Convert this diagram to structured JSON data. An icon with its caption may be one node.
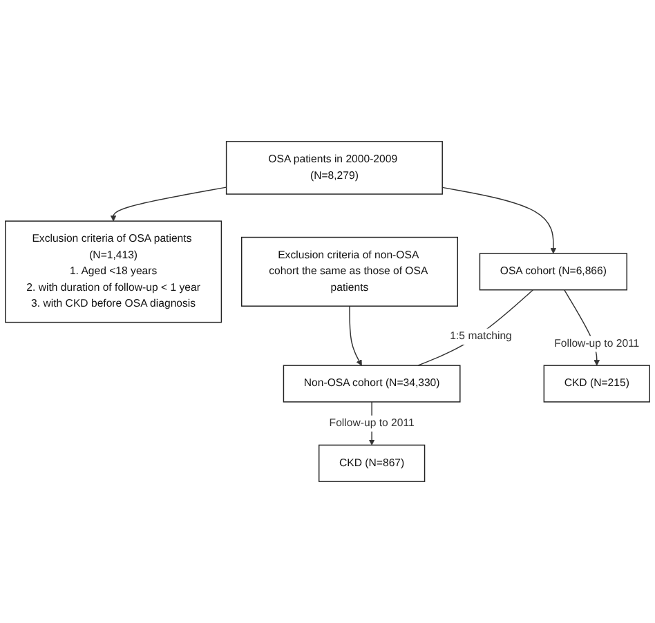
{
  "diagram": {
    "nodes": [
      {
        "text": [
          "OSA patients in 2000-2009 (N=8,279)"
        ]
      },
      {
        "text": [
          "Exclusion criteria of OSA patients (N=1,413)",
          "1. Aged <18 years",
          "2. with duration of follow-up < 1 year",
          "3. with CKD before OSA diagnosis"
        ]
      },
      {
        "text": [
          "Exclusion criteria of non-OSA cohort the same as those of OSA patients"
        ]
      },
      {
        "text": [
          "OSA cohort (N=6,866)"
        ]
      },
      {
        "text": [
          "Non-OSA cohort (N=34,330)"
        ]
      },
      {
        "text": [
          "CKD (N=215)"
        ]
      },
      {
        "text": [
          "CKD (N=867)"
        ]
      }
    ],
    "edges": [
      {
        "from": 0,
        "to": 1,
        "arrow": "to"
      },
      {
        "from": 0,
        "to": 3,
        "arrow": "to"
      },
      {
        "from": 2,
        "to": 4,
        "arrow": "to"
      },
      {
        "from": 3,
        "to": 4,
        "arrow": "none",
        "label": "1:5 matching"
      },
      {
        "from": 3,
        "to": 5,
        "arrow": "to",
        "label": "Follow-up to 2011"
      },
      {
        "from": 4,
        "to": 6,
        "arrow": "to",
        "label": "Follow-up to 2011"
      }
    ]
  }
}
